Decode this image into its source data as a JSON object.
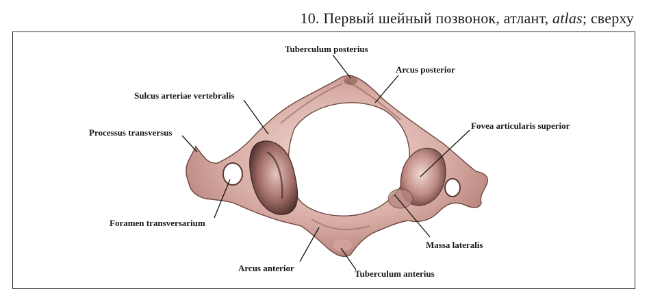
{
  "title": {
    "prefix": "10. Первый шейный позвонок, атлант, ",
    "latin": "atlas",
    "suffix": "; сверху"
  },
  "labels": {
    "tuberculum_posterius": "Tuberculum posterius",
    "arcus_posterior": "Arcus posterior",
    "sulcus_arteriae_vertebralis": "Sulcus arteriae vertebralis",
    "fovea_articularis_superior": "Fovea articularis superior",
    "processus_transversus": "Processus transversus",
    "foramen_transversarium": "Foramen transversarium",
    "massa_lateralis": "Massa lateralis",
    "arcus_anterior": "Arcus anterior",
    "tuberculum_anterius": "Tuberculum anterius"
  },
  "colors": {
    "bone_light": "#e9cdc6",
    "bone_mid": "#c99a92",
    "bone_dark": "#7a4f4a",
    "facet_shadow": "#5a3a37"
  }
}
